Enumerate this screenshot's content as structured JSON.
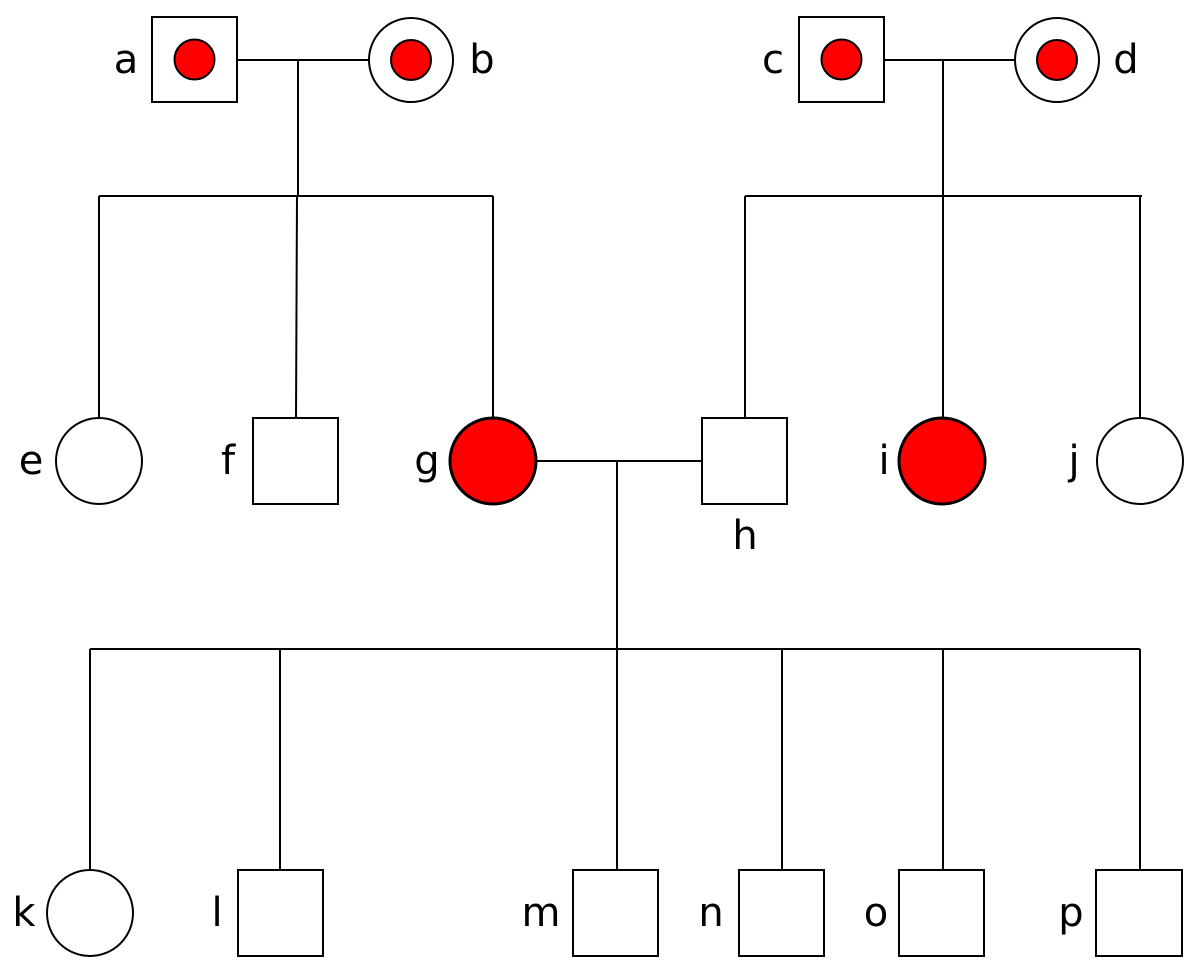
{
  "colors": {
    "affected": "#ff0000",
    "unaffected": "#ffffff",
    "stroke": "#000000"
  },
  "individuals": [
    {
      "id": "a",
      "label": "a",
      "sex": "male",
      "status": "carrier"
    },
    {
      "id": "b",
      "label": "b",
      "sex": "female",
      "status": "carrier"
    },
    {
      "id": "c",
      "label": "c",
      "sex": "male",
      "status": "carrier"
    },
    {
      "id": "d",
      "label": "d",
      "sex": "female",
      "status": "carrier"
    },
    {
      "id": "e",
      "label": "e",
      "sex": "female",
      "status": "unaffected"
    },
    {
      "id": "f",
      "label": "f",
      "sex": "male",
      "status": "unaffected"
    },
    {
      "id": "g",
      "label": "g",
      "sex": "female",
      "status": "affected"
    },
    {
      "id": "h",
      "label": "h",
      "sex": "male",
      "status": "unaffected"
    },
    {
      "id": "i",
      "label": "i",
      "sex": "female",
      "status": "affected"
    },
    {
      "id": "j",
      "label": "j",
      "sex": "female",
      "status": "unaffected"
    },
    {
      "id": "k",
      "label": "k",
      "sex": "female",
      "status": "unaffected"
    },
    {
      "id": "l",
      "label": "l",
      "sex": "male",
      "status": "unaffected"
    },
    {
      "id": "m",
      "label": "m",
      "sex": "male",
      "status": "unaffected"
    },
    {
      "id": "n",
      "label": "n",
      "sex": "male",
      "status": "unaffected"
    },
    {
      "id": "o",
      "label": "o",
      "sex": "male",
      "status": "unaffected"
    },
    {
      "id": "p",
      "label": "p",
      "sex": "male",
      "status": "unaffected"
    }
  ],
  "unions": [
    {
      "partners": [
        "a",
        "b"
      ],
      "children": [
        "e",
        "f",
        "g"
      ]
    },
    {
      "partners": [
        "c",
        "d"
      ],
      "children": [
        "h",
        "i",
        "j"
      ]
    },
    {
      "partners": [
        "g",
        "h"
      ],
      "children": [
        "k",
        "l",
        "m",
        "n",
        "o",
        "p"
      ]
    }
  ]
}
